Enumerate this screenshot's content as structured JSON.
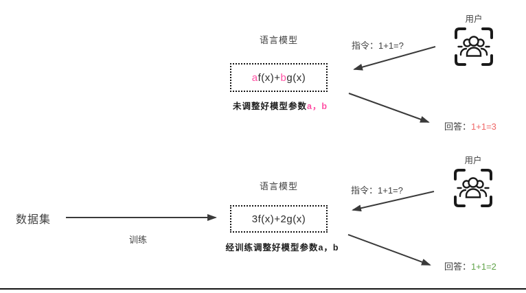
{
  "palette": {
    "pink": "#ff4fa3",
    "red": "#ef6666",
    "green": "#5fa348",
    "ink": "#3f3f3f",
    "arrow": "#3a3a3a"
  },
  "sections": {
    "untrained": {
      "model_title": "语言模型",
      "formula_a": "a",
      "formula_mid": "f(x)+",
      "formula_b": "b",
      "formula_end": "g(x)",
      "caption_text": "未调整好模型参数",
      "caption_params": "a，b",
      "instruction": "指令：1+1=?",
      "answer_label": "回答：",
      "answer_value": "1+1=3",
      "user_label": "用户"
    },
    "trained": {
      "model_title": "语言模型",
      "formula": "3f(x)+2g(x)",
      "caption": "经训练调整好模型参数a，b",
      "instruction": "指令：1+1=?",
      "answer_label": "回答：",
      "answer_value": "1+1=2",
      "user_label": "用户",
      "dataset_label": "数据集",
      "train_label": "训练"
    }
  }
}
